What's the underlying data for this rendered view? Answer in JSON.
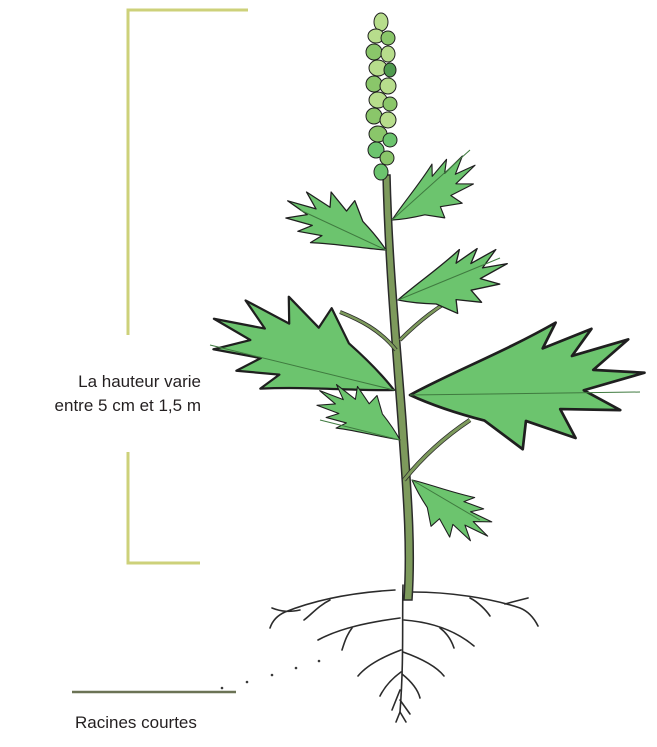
{
  "labels": {
    "height_line1": "La hauteur varie",
    "height_line2": "entre 5 cm et 1,5 m",
    "roots": "Racines courtes"
  },
  "colors": {
    "bracket": "#cdd17a",
    "roots_line": "#6b7355",
    "stem": "#7d9a5c",
    "stem_outline": "#2b2b2b",
    "leaf": "#6cc46e",
    "leaf_dark": "#4f9a4f",
    "flower_light": "#b7dd8c",
    "flower_dark": "#8ac66a",
    "root": "#2b2b2b"
  }
}
